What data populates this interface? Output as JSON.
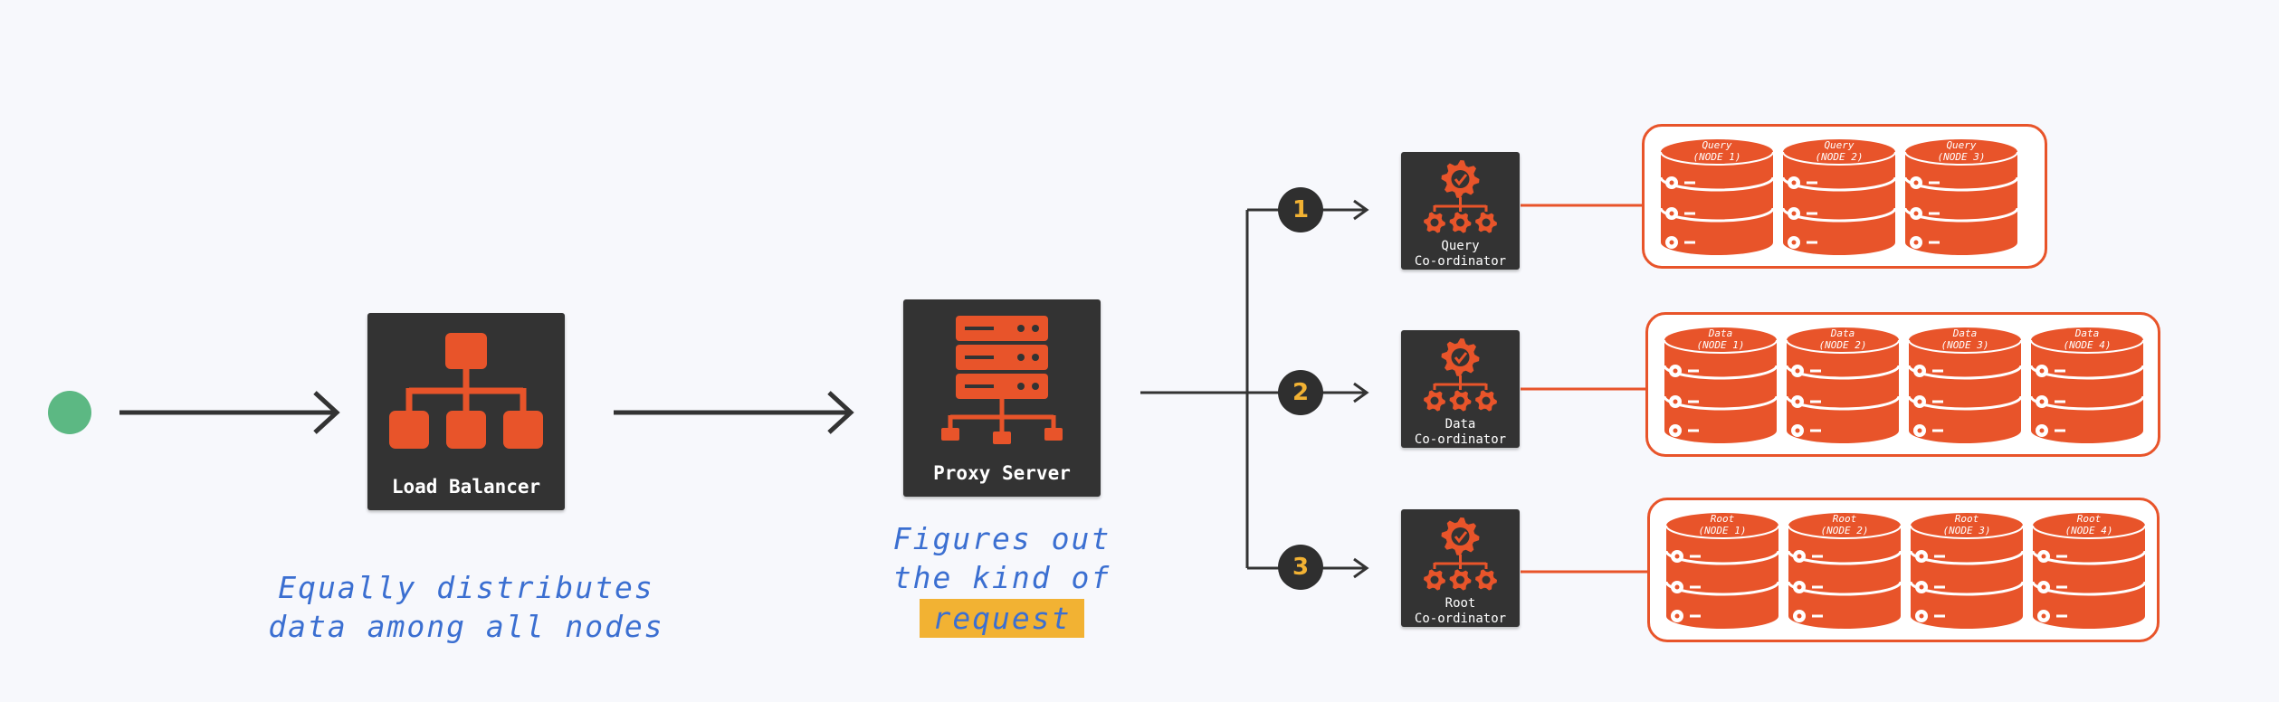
{
  "colors": {
    "accent": "#e8542a",
    "card_bg": "#333333",
    "caption_blue": "#3b6fd1",
    "highlight": "#f2b233",
    "start_dot": "#5cb883",
    "arrow": "#333333"
  },
  "load_balancer": {
    "label": "Load Balancer",
    "caption_line1": "Equally distributes",
    "caption_line2": "data among all nodes",
    "icon": "hierarchy-icon"
  },
  "proxy_server": {
    "label": "Proxy Server",
    "caption_line1": "Figures out",
    "caption_line2": "the kind of",
    "caption_highlight": "request",
    "icon": "server-rack-icon"
  },
  "routes": [
    {
      "step": "1",
      "coordinator": {
        "line1": "Query",
        "line2": "Co-ordinator",
        "icon": "gear-network-icon"
      },
      "nodes": [
        {
          "line1": "Query",
          "line2": "(NODE 1)"
        },
        {
          "line1": "Query",
          "line2": "(NODE 2)"
        },
        {
          "line1": "Query",
          "line2": "(NODE 3)"
        }
      ]
    },
    {
      "step": "2",
      "coordinator": {
        "line1": "Data",
        "line2": "Co-ordinator",
        "icon": "gear-network-icon"
      },
      "nodes": [
        {
          "line1": "Data",
          "line2": "(NODE 1)"
        },
        {
          "line1": "Data",
          "line2": "(NODE 2)"
        },
        {
          "line1": "Data",
          "line2": "(NODE 3)"
        },
        {
          "line1": "Data",
          "line2": "(NODE 4)"
        }
      ]
    },
    {
      "step": "3",
      "coordinator": {
        "line1": "Root",
        "line2": "Co-ordinator",
        "icon": "gear-network-icon"
      },
      "nodes": [
        {
          "line1": "Root",
          "line2": "(NODE 1)"
        },
        {
          "line1": "Root",
          "line2": "(NODE 2)"
        },
        {
          "line1": "Root",
          "line2": "(NODE 3)"
        },
        {
          "line1": "Root",
          "line2": "(NODE 4)"
        }
      ]
    }
  ]
}
